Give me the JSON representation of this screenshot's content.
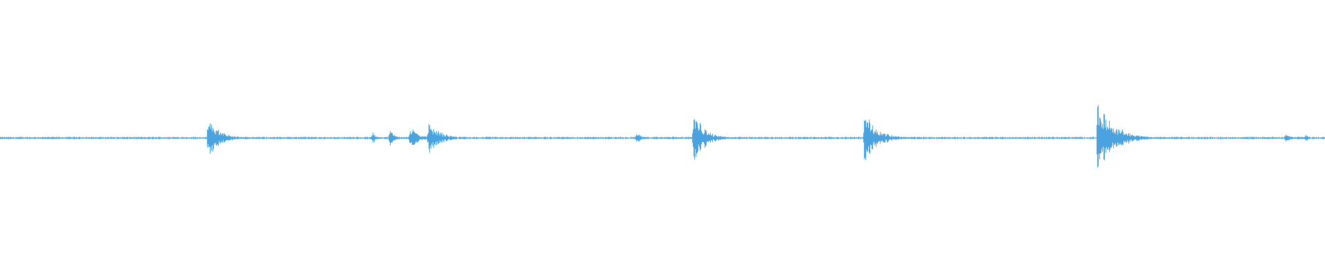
{
  "waveform": {
    "color": "#4aa3df",
    "background": "#ffffff",
    "amplitude_range": [
      -1,
      1
    ],
    "baseline_level": 0.008,
    "transients": [
      {
        "time": 0.157,
        "peak": 0.18,
        "decay": 0.008
      },
      {
        "time": 0.281,
        "peak": 0.06,
        "decay": 0.002
      },
      {
        "time": 0.294,
        "peak": 0.08,
        "decay": 0.003
      },
      {
        "time": 0.309,
        "peak": 0.11,
        "decay": 0.006
      },
      {
        "time": 0.323,
        "peak": 0.13,
        "decay": 0.009
      },
      {
        "time": 0.48,
        "peak": 0.06,
        "decay": 0.003
      },
      {
        "time": 0.523,
        "peak": 0.22,
        "decay": 0.008
      },
      {
        "time": 0.652,
        "peak": 0.2,
        "decay": 0.01
      },
      {
        "time": 0.828,
        "peak": 0.3,
        "decay": 0.012
      },
      {
        "time": 0.97,
        "peak": 0.05,
        "decay": 0.003
      },
      {
        "time": 0.985,
        "peak": 0.04,
        "decay": 0.002
      }
    ]
  }
}
